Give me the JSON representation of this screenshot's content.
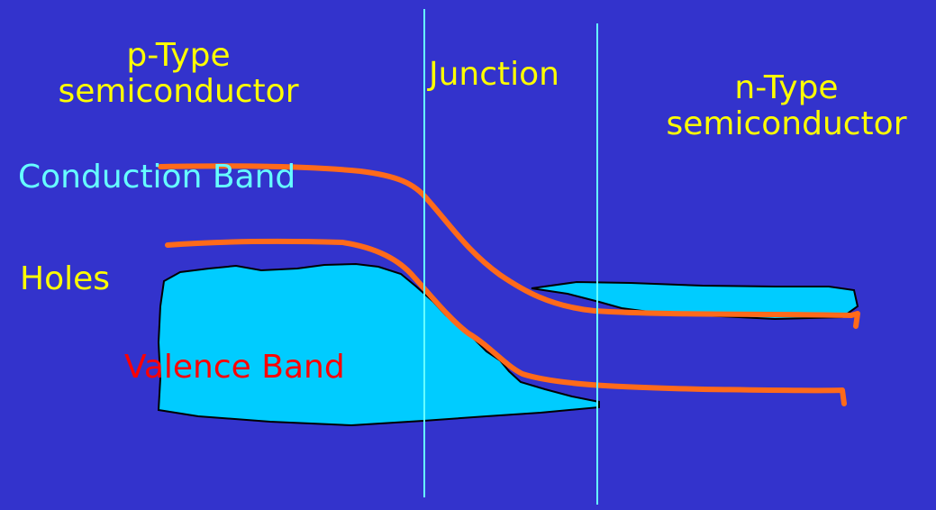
{
  "labels": {
    "p_type_line1": "p-Type",
    "p_type_line2": "semiconductor",
    "junction": "Junction",
    "n_type_line1": "n-Type",
    "n_type_line2": "semiconductor",
    "conduction_band": "Conduction Band",
    "holes": "Holes",
    "valence_band": "Valence Band"
  },
  "colors": {
    "background": "#3333cc",
    "title_text": "#ffff00",
    "conduction_text": "#66ffff",
    "valence_text": "#ff0000",
    "band_curve": "#ff6a1a",
    "carrier_fill": "#00ccff",
    "junction_line": "#66ffff"
  }
}
